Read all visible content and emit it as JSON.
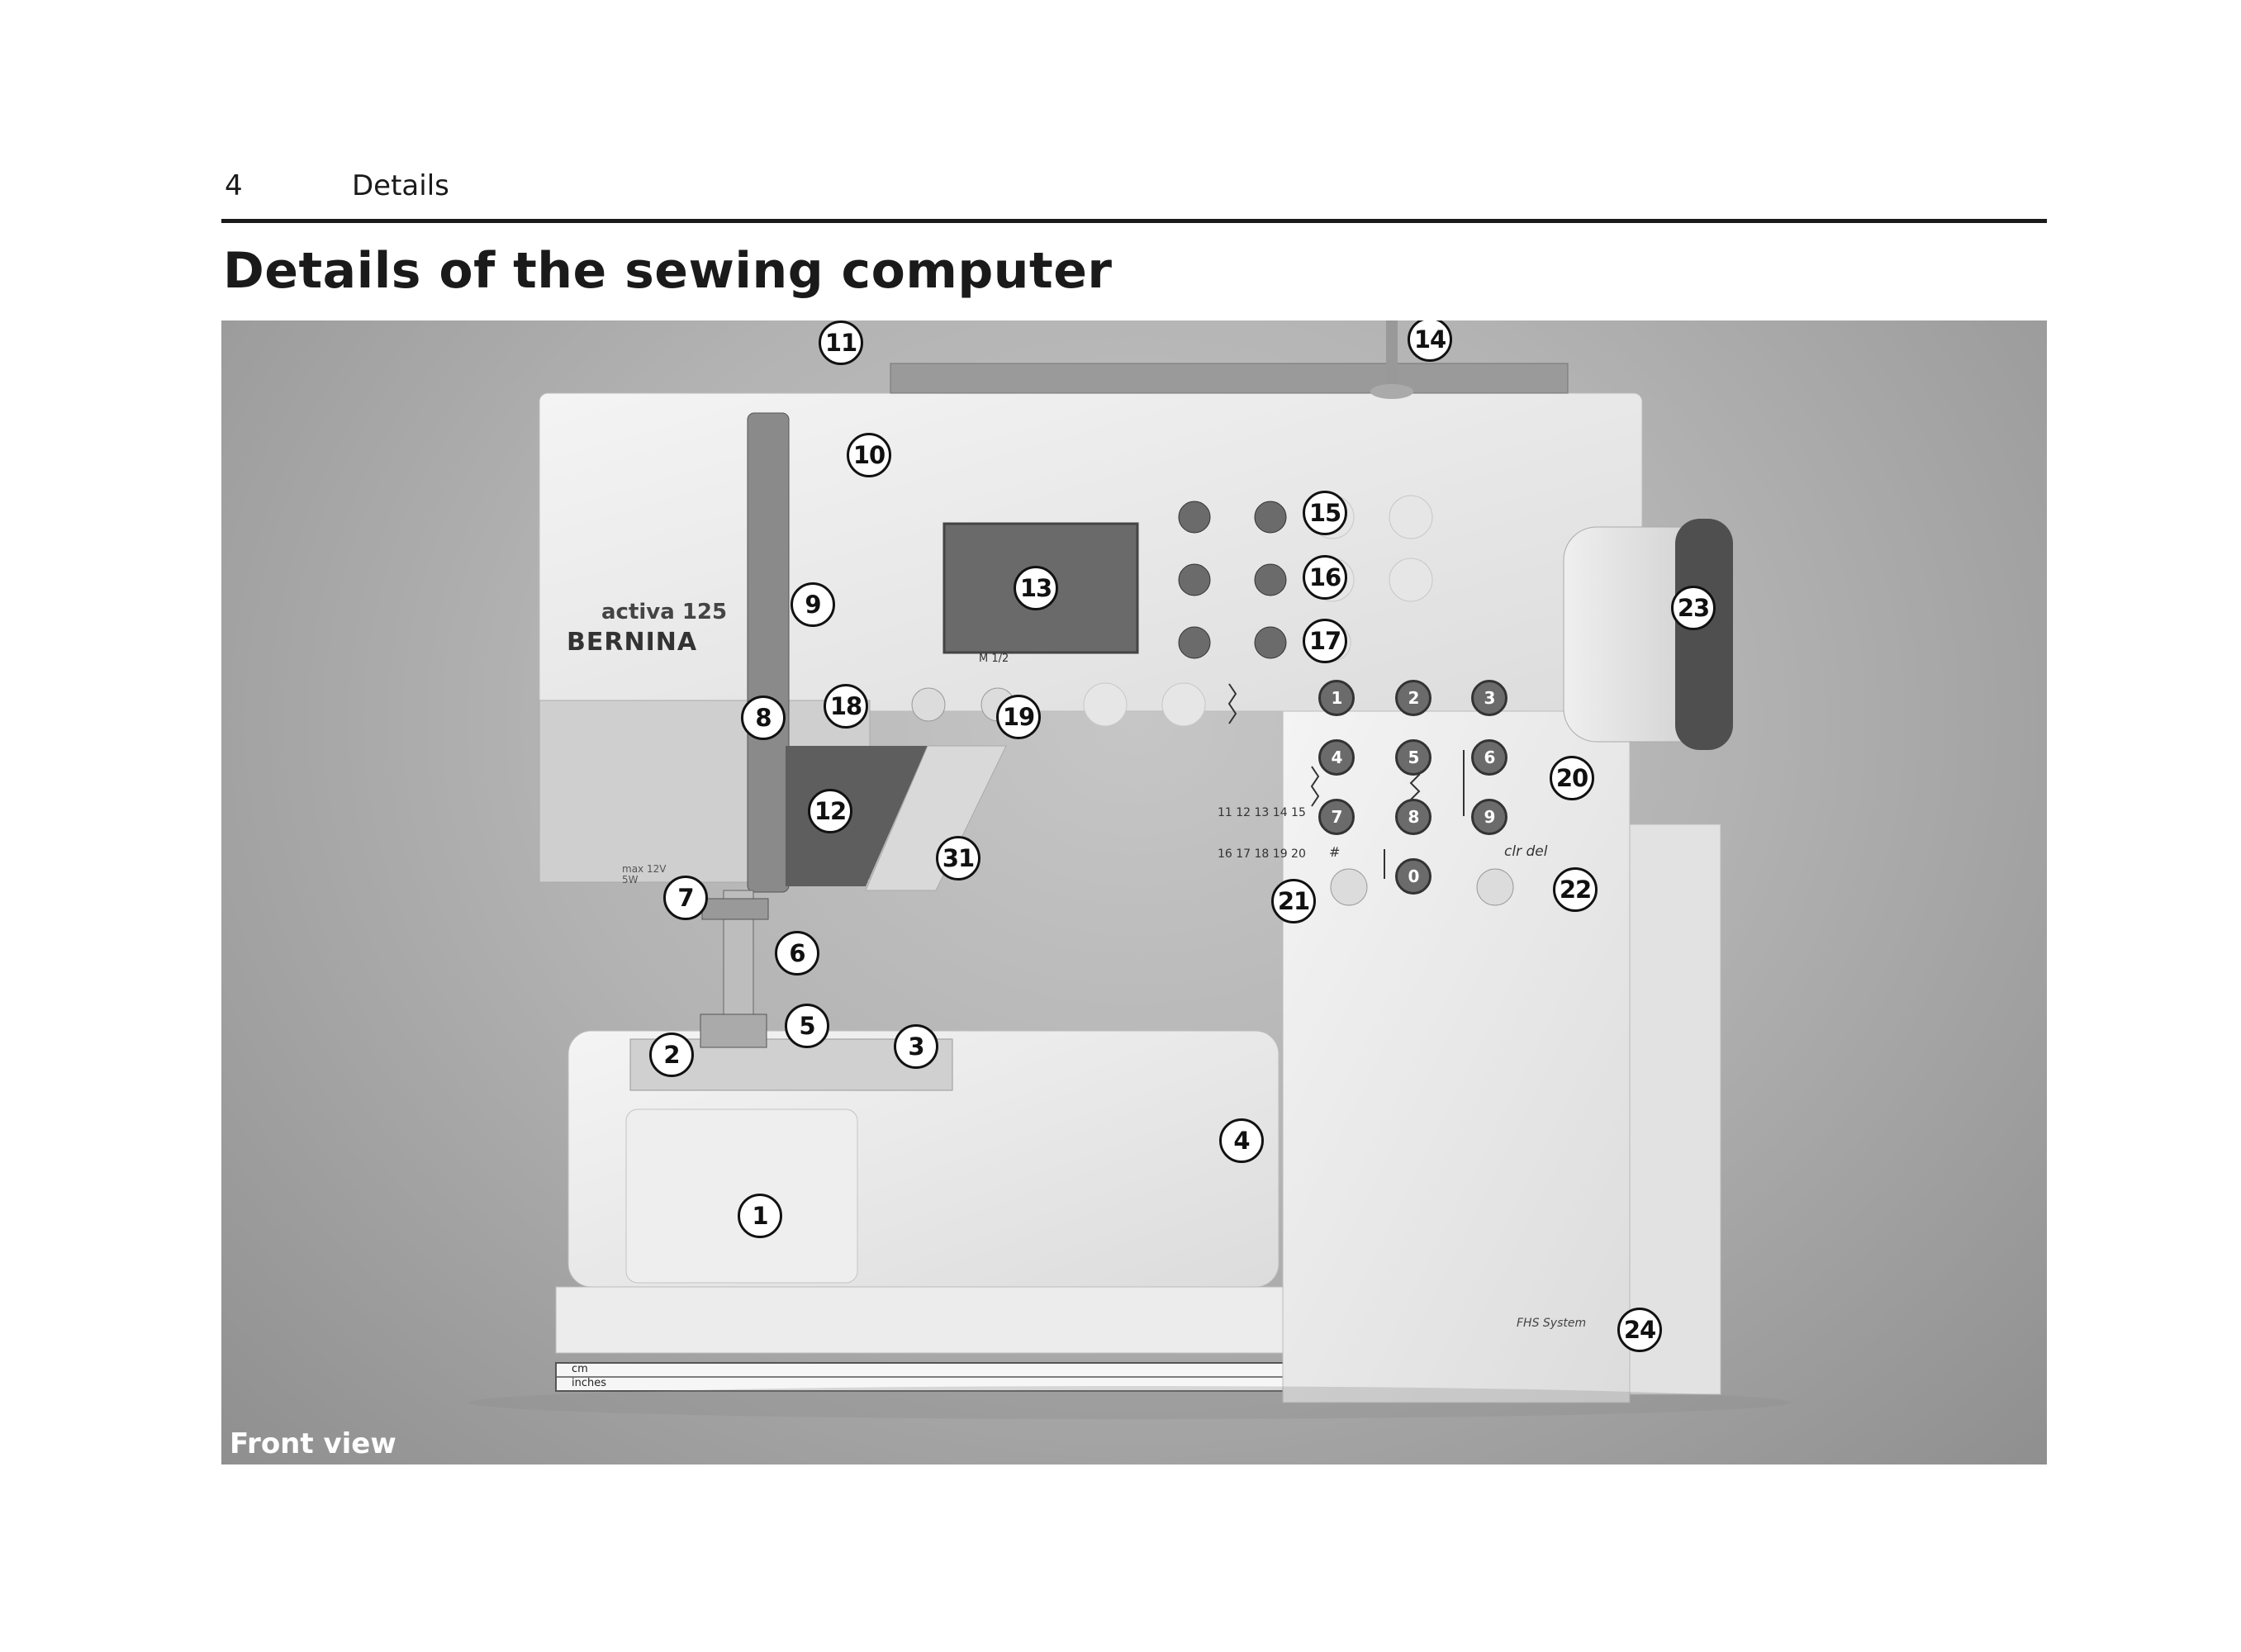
{
  "header": {
    "page_number": "4",
    "section": "Details"
  },
  "page_title": "Details of the sewing computer",
  "figure": {
    "caption": "Front view",
    "model_label": "activa 125",
    "brand_label": "BERNINA",
    "bulb_label": "max 12V 5W",
    "system_label": "FHS System",
    "clear_label": "clr del",
    "hash_label": "#",
    "memory_label": "M 1/2",
    "ruler_cm_label": "cm",
    "ruler_inch_label": "inches",
    "keypad_digits": [
      "1",
      "2",
      "3",
      "4",
      "5",
      "6",
      "7",
      "8",
      "9",
      "0"
    ],
    "callouts": [
      "1",
      "2",
      "3",
      "4",
      "5",
      "6",
      "7",
      "8",
      "9",
      "10",
      "11",
      "12",
      "13",
      "14",
      "15",
      "16",
      "17",
      "18",
      "19",
      "20",
      "21",
      "22",
      "23",
      "24",
      "31"
    ]
  }
}
